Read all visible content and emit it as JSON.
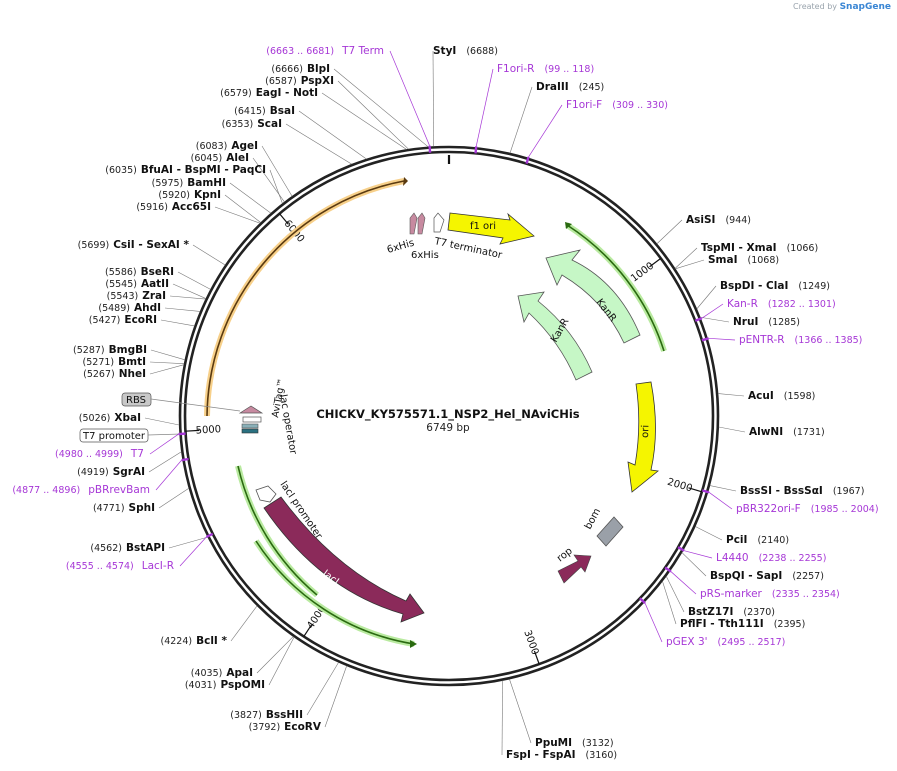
{
  "credit": {
    "prefix": "Created by",
    "brand": "SnapGene"
  },
  "plasmid": {
    "name": "CHICKV_KY575571.1_NSP2_Hel_NAviCHis",
    "length_label": "6749 bp",
    "length": 6749
  },
  "ticks": [
    {
      "label": "1000",
      "pos": 1000
    },
    {
      "label": "2000",
      "pos": 2000
    },
    {
      "label": "3000",
      "pos": 3000
    },
    {
      "label": "4000",
      "pos": 4000
    },
    {
      "label": "5000",
      "pos": 5000
    },
    {
      "label": "6000",
      "pos": 6000
    }
  ],
  "sites": [
    {
      "name": "StyI",
      "pos_label": "(6688)",
      "pos": 6688
    },
    {
      "name": "DraIII",
      "pos_label": "(245)",
      "pos": 245
    },
    {
      "name": "BlpI",
      "pos_label": "(6666)",
      "pos": 6666
    },
    {
      "name": "PspXI",
      "pos_label": "(6587)",
      "pos": 6587
    },
    {
      "name": "EagI - NotI",
      "pos_label": "(6579)",
      "pos": 6579
    },
    {
      "name": "BsaI",
      "pos_label": "(6415)",
      "pos": 6415
    },
    {
      "name": "ScaI",
      "pos_label": "(6353)",
      "pos": 6353
    },
    {
      "name": "AgeI",
      "pos_label": "(6083)",
      "pos": 6083
    },
    {
      "name": "AleI",
      "pos_label": "(6045)",
      "pos": 6045
    },
    {
      "name": "BfuAI - BspMI - PaqCI",
      "pos_label": "(6035)",
      "pos": 6035
    },
    {
      "name": "BamHI",
      "pos_label": "(5975)",
      "pos": 5975
    },
    {
      "name": "KpnI",
      "pos_label": "(5920)",
      "pos": 5920
    },
    {
      "name": "Acc65I",
      "pos_label": "(5916)",
      "pos": 5916
    },
    {
      "name": "CsiI - SexAI *",
      "pos_label": "(5699)",
      "pos": 5699
    },
    {
      "name": "BseRI",
      "pos_label": "(5586)",
      "pos": 5586
    },
    {
      "name": "AatII",
      "pos_label": "(5545)",
      "pos": 5545
    },
    {
      "name": "ZraI",
      "pos_label": "(5543)",
      "pos": 5543
    },
    {
      "name": "AhdI",
      "pos_label": "(5489)",
      "pos": 5489
    },
    {
      "name": "EcoRI",
      "pos_label": "(5427)",
      "pos": 5427
    },
    {
      "name": "BmgBI",
      "pos_label": "(5287)",
      "pos": 5287
    },
    {
      "name": "BmtI",
      "pos_label": "(5271)",
      "pos": 5271
    },
    {
      "name": "NheI",
      "pos_label": "(5267)",
      "pos": 5267
    },
    {
      "name": "XbaI",
      "pos_label": "(5026)",
      "pos": 5026
    },
    {
      "name": "SgrAI",
      "pos_label": "(4919)",
      "pos": 4919
    },
    {
      "name": "SphI",
      "pos_label": "(4771)",
      "pos": 4771
    },
    {
      "name": "BstAPI",
      "pos_label": "(4562)",
      "pos": 4562
    },
    {
      "name": "BclI *",
      "pos_label": "(4224)",
      "pos": 4224
    },
    {
      "name": "ApaI",
      "pos_label": "(4035)",
      "pos": 4035
    },
    {
      "name": "PspOMI",
      "pos_label": "(4031)",
      "pos": 4031
    },
    {
      "name": "BssHII",
      "pos_label": "(3827)",
      "pos": 3827
    },
    {
      "name": "EcoRV",
      "pos_label": "(3792)",
      "pos": 3792
    },
    {
      "name": "PpuMI",
      "pos_label": "(3132)",
      "pos": 3132
    },
    {
      "name": "FspI - FspAI",
      "pos_label": "(3160)",
      "pos": 3160
    },
    {
      "name": "AsiSI",
      "pos_label": "(944)",
      "pos": 944
    },
    {
      "name": "TspMI - XmaI",
      "pos_label": "(1066)",
      "pos": 1066
    },
    {
      "name": "SmaI",
      "pos_label": "(1068)",
      "pos": 1068
    },
    {
      "name": "BspDI - ClaI",
      "pos_label": "(1249)",
      "pos": 1249
    },
    {
      "name": "NruI",
      "pos_label": "(1285)",
      "pos": 1285
    },
    {
      "name": "AcuI",
      "pos_label": "(1598)",
      "pos": 1598
    },
    {
      "name": "AlwNI",
      "pos_label": "(1731)",
      "pos": 1731
    },
    {
      "name": "BssSI - BssSαI",
      "pos_label": "(1967)",
      "pos": 1967
    },
    {
      "name": "PciI",
      "pos_label": "(2140)",
      "pos": 2140
    },
    {
      "name": "BspQI - SapI",
      "pos_label": "(2257)",
      "pos": 2257
    },
    {
      "name": "BstZ17I",
      "pos_label": "(2370)",
      "pos": 2370
    },
    {
      "name": "PflFI - Tth111I",
      "pos_label": "(2395)",
      "pos": 2395
    }
  ],
  "primers": [
    {
      "name": "T7 Term",
      "range": "(6663 .. 6681)",
      "pos": 6672
    },
    {
      "name": "F1ori-R",
      "range": "(99 .. 118)",
      "pos": 108
    },
    {
      "name": "F1ori-F",
      "range": "(309 .. 330)",
      "pos": 320
    },
    {
      "name": "Kan-R",
      "range": "(1282 .. 1301)",
      "pos": 1291
    },
    {
      "name": "pENTR-R",
      "range": "(1366 .. 1385)",
      "pos": 1375
    },
    {
      "name": "pBR322ori-F",
      "range": "(1985 .. 2004)",
      "pos": 1994
    },
    {
      "name": "L4440",
      "range": "(2238 .. 2255)",
      "pos": 2246
    },
    {
      "name": "pRS-marker",
      "range": "(2335 .. 2354)",
      "pos": 2344
    },
    {
      "name": "pGEX 3'",
      "range": "(2495 .. 2517)",
      "pos": 2506
    },
    {
      "name": "T7",
      "range": "(4980 .. 4999)",
      "pos": 4990
    },
    {
      "name": "pBRrevBam",
      "range": "(4877 .. 4896)",
      "pos": 4886
    },
    {
      "name": "LacI-R",
      "range": "(4555 .. 4574)",
      "pos": 4565
    }
  ],
  "features": [
    {
      "name": "f1 ori",
      "color": "#f5f500"
    },
    {
      "name": "KanR",
      "color": "#c6f7c6"
    },
    {
      "name": "KanR",
      "color": "#c6f7c6"
    },
    {
      "name": "ori",
      "color": "#f5f500"
    },
    {
      "name": "bom",
      "color": "#9aa0a8"
    },
    {
      "name": "rop",
      "color": "#8b2a5a"
    },
    {
      "name": "lacI",
      "color": "#8b2a5a"
    },
    {
      "name": "lacI promoter",
      "color": "#ffffff"
    },
    {
      "name": "lac operator",
      "color": "#ffffff"
    },
    {
      "name": "AviTag™",
      "color": "#c78aa0"
    },
    {
      "name": "6xHis",
      "color": "#c78aa0"
    },
    {
      "name": "6xHis",
      "color": "#c78aa0"
    },
    {
      "name": "T7 terminator",
      "color": "#ffffff"
    },
    {
      "name": "RBS",
      "color": "#c8c8c8"
    },
    {
      "name": "T7 promoter",
      "color": "#ffffff"
    }
  ]
}
